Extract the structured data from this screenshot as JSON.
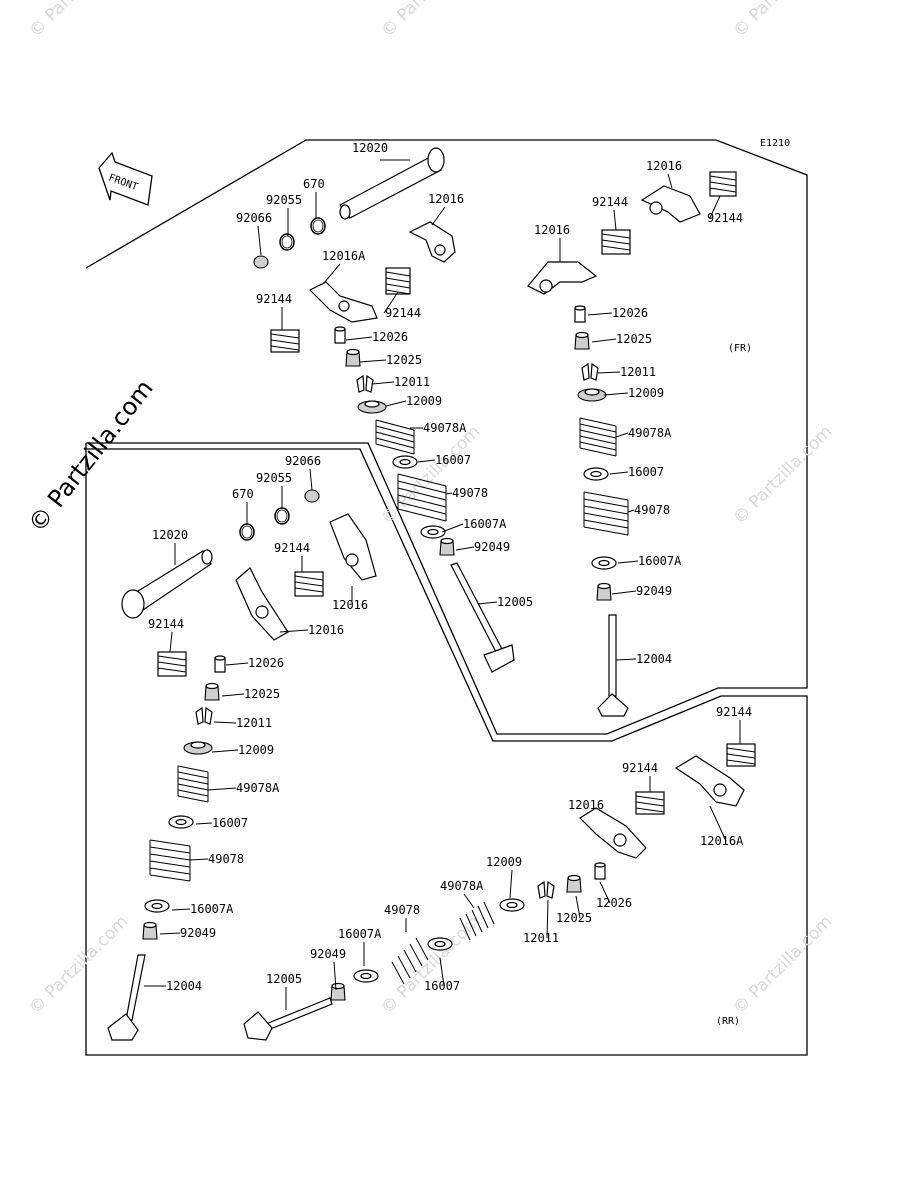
{
  "diagram_code": "E1210",
  "front_label": "FRONT",
  "section_labels": {
    "front": "(FR)",
    "rear": "(RR)"
  },
  "watermark_main": "© Partzilla.com",
  "watermark_tile": "© Partzilla.com",
  "callouts": {
    "fr": [
      {
        "id": "12020"
      },
      {
        "id": "670"
      },
      {
        "id": "92055"
      },
      {
        "id": "92066"
      },
      {
        "id": "12016"
      },
      {
        "id": "12016A"
      },
      {
        "id": "92144"
      },
      {
        "id": "92144"
      },
      {
        "id": "12026"
      },
      {
        "id": "12025"
      },
      {
        "id": "12011"
      },
      {
        "id": "12009"
      },
      {
        "id": "49078A"
      },
      {
        "id": "16007"
      },
      {
        "id": "49078"
      },
      {
        "id": "16007A"
      },
      {
        "id": "92049"
      },
      {
        "id": "12005"
      },
      {
        "id": "12016"
      },
      {
        "id": "92144"
      },
      {
        "id": "12016"
      },
      {
        "id": "92144"
      },
      {
        "id": "12026"
      },
      {
        "id": "12025"
      },
      {
        "id": "12011"
      },
      {
        "id": "12009"
      },
      {
        "id": "49078A"
      },
      {
        "id": "16007"
      },
      {
        "id": "49078"
      },
      {
        "id": "16007A"
      },
      {
        "id": "92049"
      },
      {
        "id": "12004"
      }
    ],
    "left": [
      {
        "id": "92066"
      },
      {
        "id": "92055"
      },
      {
        "id": "670"
      },
      {
        "id": "12020"
      },
      {
        "id": "92144"
      },
      {
        "id": "12016"
      },
      {
        "id": "92144"
      },
      {
        "id": "12016"
      },
      {
        "id": "12026"
      },
      {
        "id": "12025"
      },
      {
        "id": "12011"
      },
      {
        "id": "12009"
      },
      {
        "id": "49078A"
      },
      {
        "id": "16007"
      },
      {
        "id": "49078"
      },
      {
        "id": "16007A"
      },
      {
        "id": "92049"
      },
      {
        "id": "12004"
      }
    ],
    "rr": [
      {
        "id": "92144"
      },
      {
        "id": "12016"
      },
      {
        "id": "92144"
      },
      {
        "id": "12016A"
      },
      {
        "id": "12009"
      },
      {
        "id": "49078A"
      },
      {
        "id": "12026"
      },
      {
        "id": "12025"
      },
      {
        "id": "12011"
      },
      {
        "id": "49078"
      },
      {
        "id": "16007A"
      },
      {
        "id": "92049"
      },
      {
        "id": "16007"
      },
      {
        "id": "12005"
      }
    ]
  }
}
